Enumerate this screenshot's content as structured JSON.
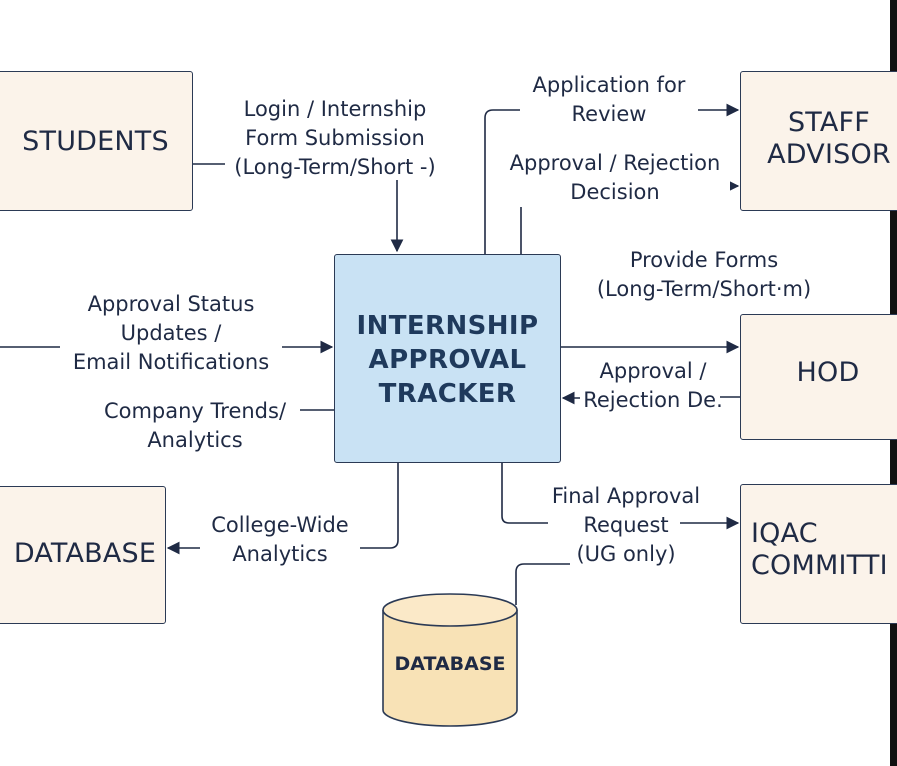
{
  "entities": {
    "students": "STUDENTS",
    "staff_advisor": "STAFF\nADVISOR",
    "hod": "HOD",
    "iqac": "IQAC\nCOMMITTI",
    "database_left": "DATABASE",
    "center": "INTERNSHIP\nAPPROVAL\nTRACKER",
    "database_store": "DATABASE"
  },
  "flows": {
    "login_submission": "Login / Internship\nForm Submission\n(Long-Term/Short -)",
    "application_review": "Application for\nReview",
    "approval_rejection_decision": "Approval / Rejection\nDecision",
    "provide_forms": "Provide Forms\n(Long-Term/Short·m)",
    "status_updates": "Approval Status\nUpdates /\nEmail Notifications",
    "company_trends": "Company Trends/\nAnalytics",
    "hod_approval": "Approval /\nRejection De.",
    "final_approval": "Final Approval\nRequest\n(UG only)",
    "college_analytics": "College-Wide\nAnalytics"
  },
  "colors": {
    "entity_fill": "#fbf3ea",
    "process_fill": "#c9e2f4",
    "datastore_fill": "#f8e2b6",
    "line": "#1f2a44"
  }
}
